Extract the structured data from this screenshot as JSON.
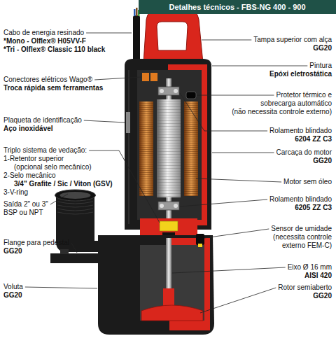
{
  "diagram": {
    "title": "Detalhes técnicos - FBS-NG 400 - 900",
    "labels": [
      "Cabo de energia resinado",
      "*Mono - Olflex® H05VV-F",
      "*Tri - Olflex® Classic 110 black",
      "Conectores elétricos Wago®",
      "Troca rápida sem ferramentas",
      "Plaqueta de identificação",
      "Aço inoxidável",
      "Triplo sistema de vedação:",
      "1-Retentor superior",
      "(opcional selo mecânico)",
      "2-Selo mecânico",
      "3/4\" Grafite / Sic / Viton (GSV)",
      "3-V-ring",
      "Saída 2\" ou 3\"",
      "BSP ou NPT",
      "Flange para pedestal",
      "GG20",
      "Voluta",
      "GG20",
      "Tampa superior com alça",
      "GG20",
      "Pintura",
      "Epóxi eletrostática",
      "Protetor térmico e",
      "sobrecarga automático",
      "(não necessita controle externo)",
      "Rolamento blindado",
      "6204 ZZ C3",
      "Carcaça do motor",
      "GG20",
      "Motor sem óleo",
      "Rolamento blindado",
      "6205 ZZ C3",
      "Sensor de umidade",
      "(necessita controle",
      "externo FEM-C)",
      "Eixo Ø 16 mm",
      "AISI 420",
      "Rotor semiaberto",
      "GG20"
    ]
  }
}
